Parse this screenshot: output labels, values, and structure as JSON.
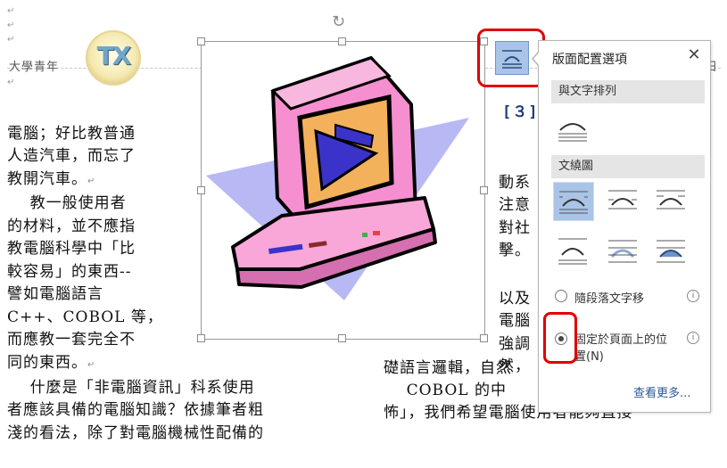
{
  "header": {
    "left_text": "大學青年",
    "right_fragment": "日",
    "logo_text": "TX"
  },
  "left_column": [
    "電腦；好比教普通",
    "人造汽車，而忘了",
    "教開汽車。",
    "    教一般使用者",
    "的材料，並不應指",
    "教電腦科學中「比",
    "較容易」的東西--",
    "譬如電腦語言",
    "C++、COBOL 等，",
    "而應教一套完全不",
    "同的東西。"
  ],
  "bottom_lines": [
    "    什麼是「非電腦資訊」科系使用",
    "者應該具備的電腦知識？依據筆者粗",
    "淺的看法，除了對電腦機械性配備的"
  ],
  "right_fragments": {
    "bracket_item": "[３]",
    "lines_a": [
      "動系",
      "注意",
      "對社",
      "擊。"
    ],
    "lines_b": [
      "以及",
      "電腦",
      "強調",
      "然，"
    ],
    "wide1": "礎語言邏輯，自然",
    "wide2": "    COBOL 的中",
    "wide3": "怖」，我們希望電腦使用者能夠直接"
  },
  "layout_pane": {
    "title": "版面配置選項",
    "close_symbol": "✕",
    "section_inline": "與文字排列",
    "section_wrap": "文繞圖",
    "radio_move": "隨段落文字移",
    "radio_fixed": "固定於頁面上的位置(N)",
    "radio_fixed_line1": "固定於頁面上的位",
    "radio_fixed_line2": "置(N)",
    "see_more": "查看更多..."
  }
}
